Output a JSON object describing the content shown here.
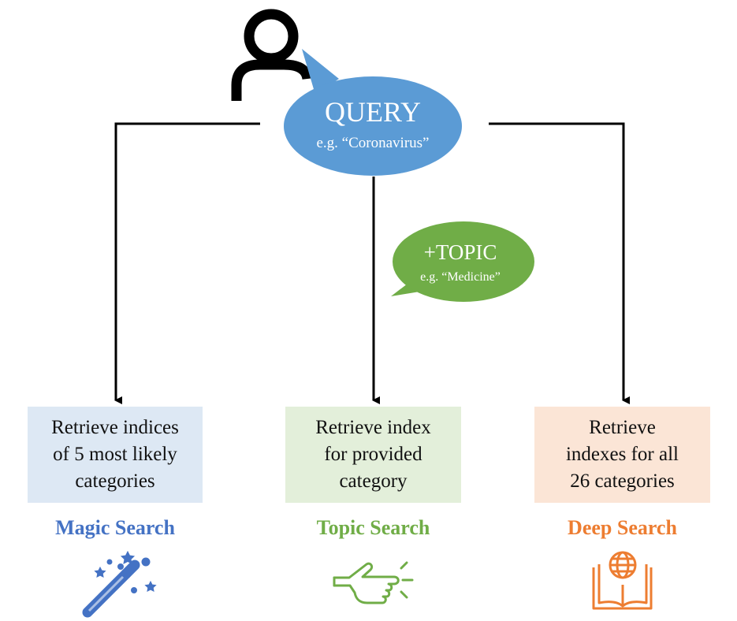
{
  "query": {
    "title": "QUERY",
    "example": "e.g. “Coronavirus”"
  },
  "topic": {
    "title": "+TOPIC",
    "example": "e.g. “Medicine”"
  },
  "branches": [
    {
      "lines": [
        "Retrieve indices",
        "of 5 most likely",
        "categories"
      ],
      "label": "Magic Search",
      "icon": "magic-wand-icon",
      "color": "#4472c4",
      "box_color": "#dde8f4"
    },
    {
      "lines": [
        "Retrieve index",
        "for provided",
        "category"
      ],
      "label": "Topic Search",
      "icon": "pointing-hand-icon",
      "color": "#70ad47",
      "box_color": "#e3efda"
    },
    {
      "lines": [
        "Retrieve",
        "indexes for all",
        "26 categories"
      ],
      "label": "Deep Search",
      "icon": "globe-book-icon",
      "color": "#ed7d31",
      "box_color": "#fbe5d6"
    }
  ],
  "colors": {
    "query_bubble": "#5b9bd5",
    "topic_bubble": "#70ad47",
    "connector": "#000000"
  }
}
